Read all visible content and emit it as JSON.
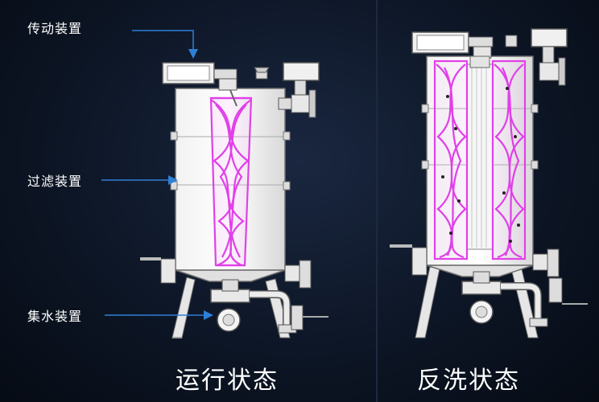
{
  "labels": {
    "drive": "传动装置",
    "filter": "过滤装置",
    "collect": "集水装置"
  },
  "captions": {
    "running": "运行状态",
    "backwash": "反洗状态"
  },
  "colors": {
    "background": "#0d1626",
    "housing": "#e8e8e8",
    "outline": "#6e6e6e",
    "filter_element": "#e040e8",
    "arrow": "#2f7fd6"
  }
}
